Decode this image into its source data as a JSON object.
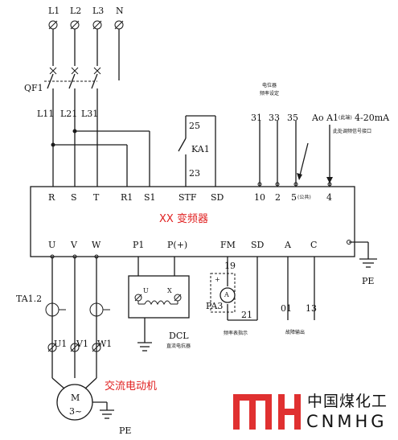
{
  "title": "XX 变频器",
  "motor_label": "交流电动机",
  "motor": {
    "letter": "M",
    "phase": "3~"
  },
  "supply": [
    "L1",
    "L2",
    "L3",
    "N"
  ],
  "breaker": "QF1",
  "supply_wires": [
    "L11",
    "L21",
    "L31"
  ],
  "relay": {
    "name": "KA1",
    "top": "25",
    "bottom": "23"
  },
  "top_wire_numbers": [
    "31",
    "33",
    "35"
  ],
  "top_note_1": "电位器",
  "top_note_2": "频率设定",
  "analog": {
    "label": "Ao A1",
    "range": "4-20mA",
    "note_small": "(此端)",
    "note": "此处调频信号接口"
  },
  "inverter_top_terminals": [
    "R",
    "S",
    "T",
    "R1",
    "S1",
    "STF",
    "SD",
    "10",
    "2",
    "5",
    "4"
  ],
  "terminal_5_note": "(公共)",
  "inverter_bottom_terminals": [
    "U",
    "V",
    "W",
    "P1",
    "P(+)",
    "FM",
    "SD",
    "A",
    "C"
  ],
  "pe": "PE",
  "ta": "TA1.2",
  "motor_wires": [
    "U1",
    "V1",
    "W1"
  ],
  "dcl": {
    "name": "DCL",
    "note": "直流电抗器",
    "u": "U",
    "x": "X"
  },
  "pa": {
    "name": "PA3",
    "meter": "A",
    "top": "19",
    "bottom": "21",
    "note": "频率表指示"
  },
  "fault": {
    "top": "01",
    "bottom": "13",
    "note": "故障输出"
  },
  "logo": {
    "cn": "中国煤化工",
    "en": "CNMHG",
    "color": "#e03030"
  }
}
